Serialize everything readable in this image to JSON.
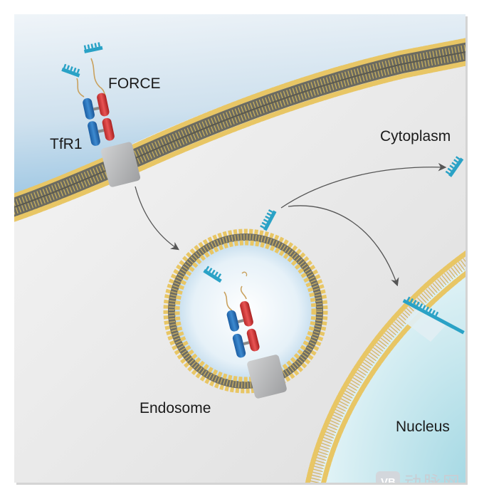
{
  "labels": {
    "force": "FORCE",
    "tfr1": "TfR1",
    "cytoplasm": "Cytoplasm",
    "endosome": "Endosome",
    "nucleus": "Nucleus"
  },
  "watermark": {
    "badge": "VB",
    "text": "动脉网"
  },
  "colors": {
    "background": "#ececec",
    "membrane_head": "#e9c96a",
    "membrane_core": "#6e6d62",
    "extracellular": "#bfd8ea",
    "nucleus": "#c8e8ee",
    "antibody_blue": "#2a6fb8",
    "antibody_red": "#d83a3a",
    "receptor_gray": "#b9babb",
    "oligo_teal": "#2aa2c6"
  }
}
